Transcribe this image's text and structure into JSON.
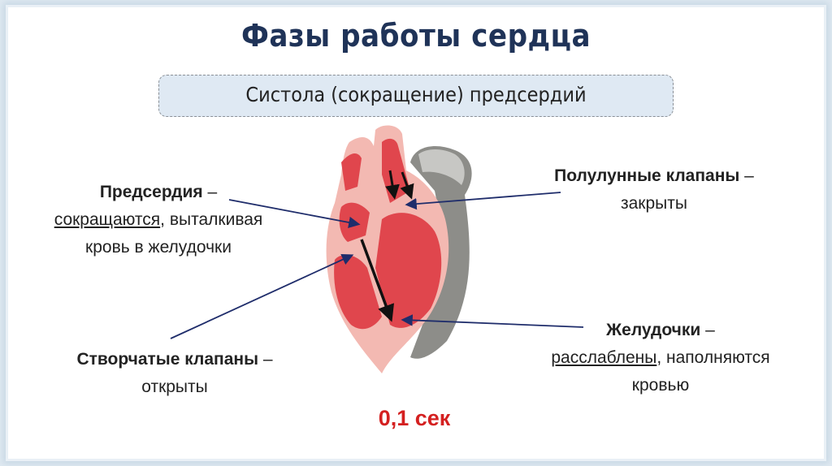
{
  "title": "Фазы работы сердца",
  "subtitle": "Систола (сокращение) предсердий",
  "labels": {
    "atria": {
      "bold": "Предсердия",
      "dash": " –",
      "underlined": "сокращаются",
      "rest1": ", выталкивая",
      "line2": "кровь в желудочки"
    },
    "semilunar": {
      "bold": "Полулунные клапаны",
      "dash": " –",
      "line2": "закрыты"
    },
    "cuspid": {
      "bold": "Створчатые клапаны",
      "dash": " –",
      "line2": "открыты"
    },
    "ventricles": {
      "bold": "Желудочки",
      "dash": " –",
      "underlined": "расслаблены",
      "rest1": ", наполняются",
      "line2": "кровью"
    }
  },
  "time": "0,1 сек",
  "colors": {
    "title": "#1f3358",
    "time": "#d42020",
    "muscle": "#f3b9b2",
    "chamber": "#e0464d",
    "vessel": "#8d8d89"
  }
}
